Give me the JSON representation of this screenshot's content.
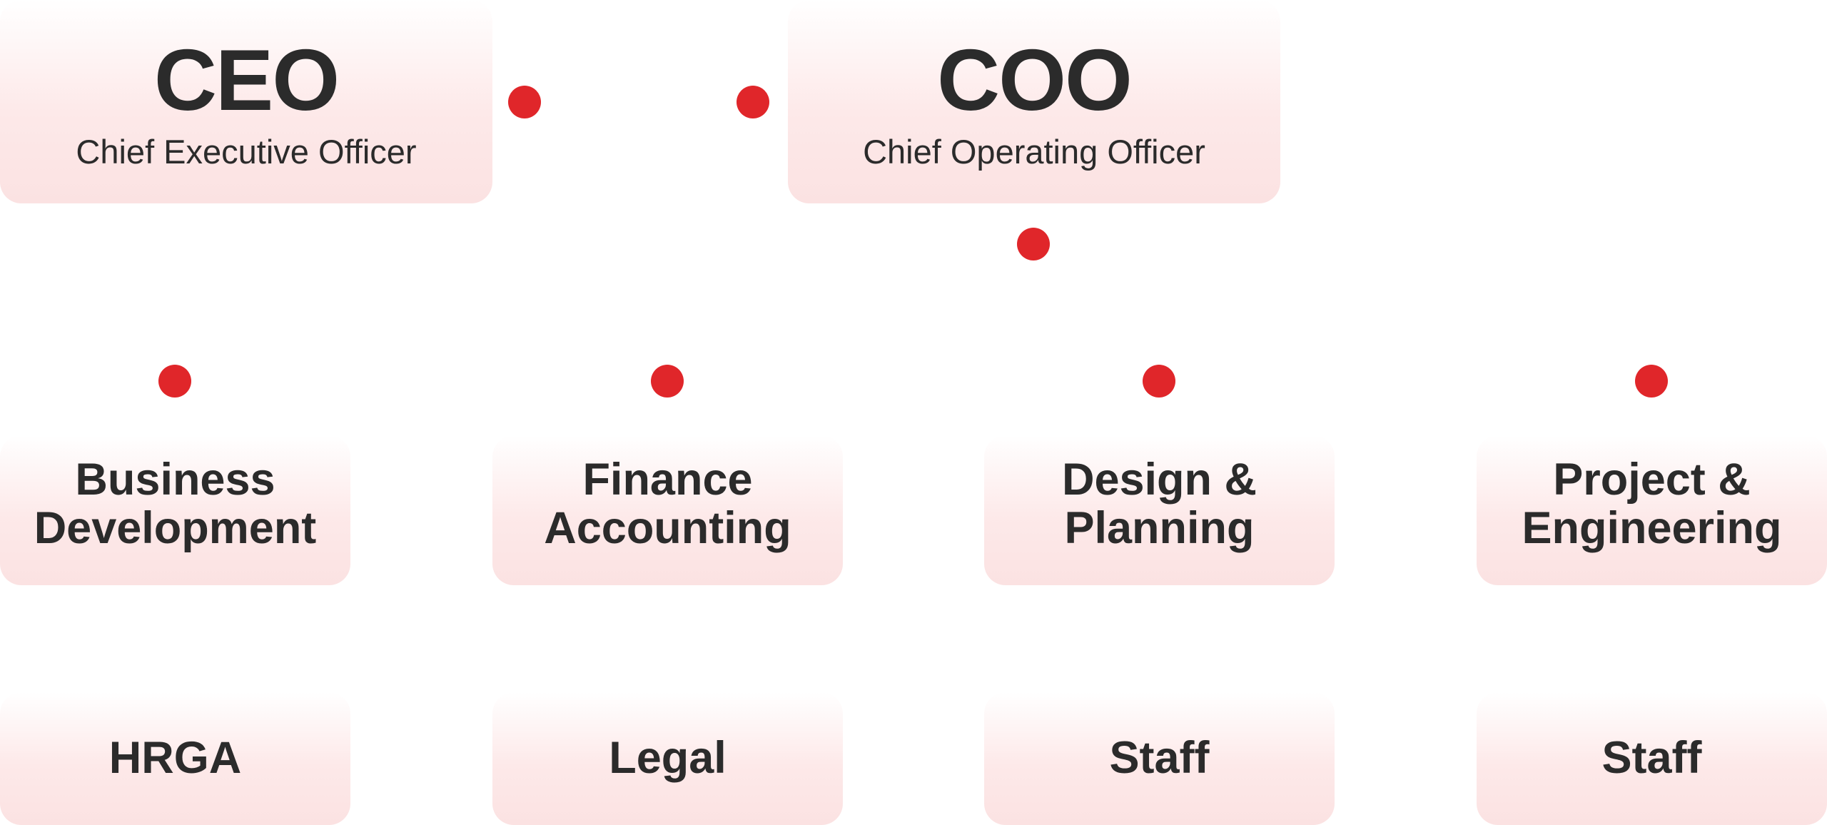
{
  "colors": {
    "accent": "#e0262a",
    "box_fill": "#fde9e9",
    "text": "#2b2b2b"
  },
  "executives": [
    {
      "title": "CEO",
      "subtitle": "Chief Executive Officer"
    },
    {
      "title": "COO",
      "subtitle": "Chief Operating Officer"
    }
  ],
  "departments": [
    {
      "line1": "Business",
      "line2": "Development"
    },
    {
      "line1": "Finance",
      "line2": "Accounting"
    },
    {
      "line1": "Design &",
      "line2": "Planning"
    },
    {
      "line1": "Project &",
      "line2": "Engineering"
    }
  ],
  "units": [
    {
      "label": "HRGA"
    },
    {
      "label": "Legal"
    },
    {
      "label": "Staff"
    },
    {
      "label": "Staff"
    }
  ]
}
